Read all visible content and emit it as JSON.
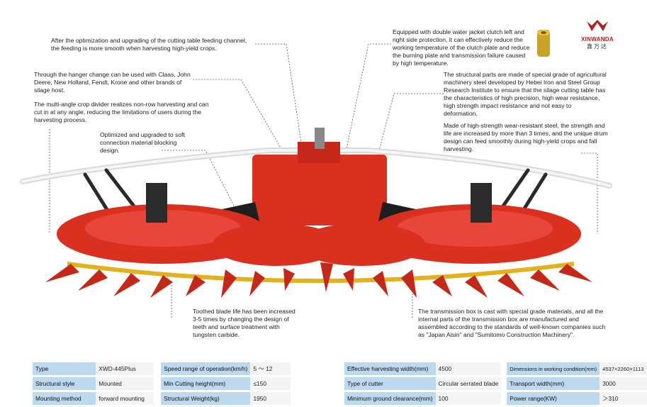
{
  "brand": {
    "name": "XINWANDA",
    "name_cn": "鑫万达"
  },
  "notes": {
    "feeding": "After the optimization and upgrading of the cutting table feeding channel, the feeding is more smooth when harvesting high-yield crops.",
    "hanger": "Through the hanger change can be used with Claas, John Deere, New Holland, Fendt, Krone and other brands of silage host.",
    "divider": "The multi-angle crop divider realizes non-row harvesting and can cut in at any angle, reducing the limitations of users during the harvesting process.",
    "connection": "Optimized and upgraded to soft connection material blocking design.",
    "clutch": "Equipped with double water jacket clutch left and right side protection, it can effectively reduce the working temperature of the clutch plate and reduce the burning plate and transmission failure caused by high temperature.",
    "structural": "The structural parts are made of special grade of agricultural machinery steel developed by Hebei Iron and Steel Group Research Institute to ensure that the silage cutting table has the characteristics of high precision, high wear resistance, high strength impact resistance and not easy to deformation.",
    "drum": "Made of high-strength wear-resistant steel, the strength and life are increased by more than 3 times, and the unique drum design can feed smoothly during high-yield crops and fall harvesting.",
    "blade": "Toothed blade life has been increased 3-5 times by changing the design of teeth and surface treatment with tungsten carbide.",
    "transmission": "The transmission box is cast with special grade materials, and all the internal parts of the transmission box are manufactured and assembled according to the standards of well-known companies such as \"Japan Aisin\" and \"Sumitomo Construction Machinery\"."
  },
  "specs_left": [
    [
      {
        "label": "Type",
        "value": "XWD-445Plus"
      },
      {
        "label": "Speed range of operation(km/h)",
        "value": "5 ～ 12"
      }
    ],
    [
      {
        "label": "Structural style",
        "value": "Mounted"
      },
      {
        "label": "Min Cutting height(mm)",
        "value": "≤150"
      }
    ],
    [
      {
        "label": "Mounting method",
        "value": "forward mounting"
      },
      {
        "label": "Structural Weight(kg)",
        "value": "1950"
      }
    ]
  ],
  "specs_right": [
    [
      {
        "label": "Effective harvesting width(mm)",
        "value": "4500"
      },
      {
        "label": "Dimensions in working condition(mm)",
        "value": "4537×2260×1113"
      }
    ],
    [
      {
        "label": "Type of cutter",
        "value": "Circular serrated blade"
      },
      {
        "label": "Transport width(mm)",
        "value": "3000"
      }
    ],
    [
      {
        "label": "Minimum ground clearance(mm)",
        "value": "100"
      },
      {
        "label": "Power range(KW)",
        "value": "＞310"
      }
    ]
  ],
  "colors": {
    "machine_red": "#d9301f",
    "dark_red": "#9c1c12",
    "accent_yellow": "#e2b21c",
    "spec_label_bg": "#bcd9f0"
  }
}
